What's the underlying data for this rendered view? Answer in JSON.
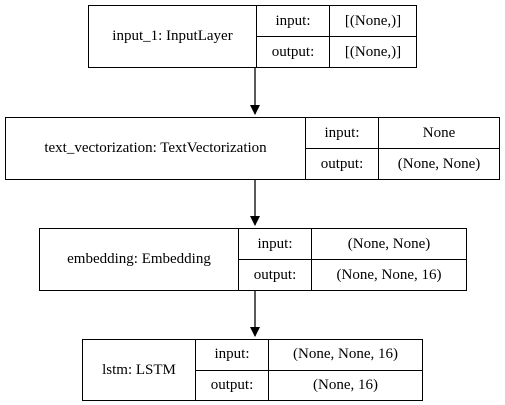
{
  "layers": [
    {
      "name": "input_1: InputLayer",
      "input_label": "input:",
      "output_label": "output:",
      "input": "[(None,)]",
      "output": "[(None,)]"
    },
    {
      "name": "text_vectorization: TextVectorization",
      "input_label": "input:",
      "output_label": "output:",
      "input": "None",
      "output": "(None, None)"
    },
    {
      "name": "embedding: Embedding",
      "input_label": "input:",
      "output_label": "output:",
      "input": "(None, None)",
      "output": "(None, None, 16)"
    },
    {
      "name": "lstm: LSTM",
      "input_label": "input:",
      "output_label": "output:",
      "input": "(None, None, 16)",
      "output": "(None, 16)"
    }
  ]
}
